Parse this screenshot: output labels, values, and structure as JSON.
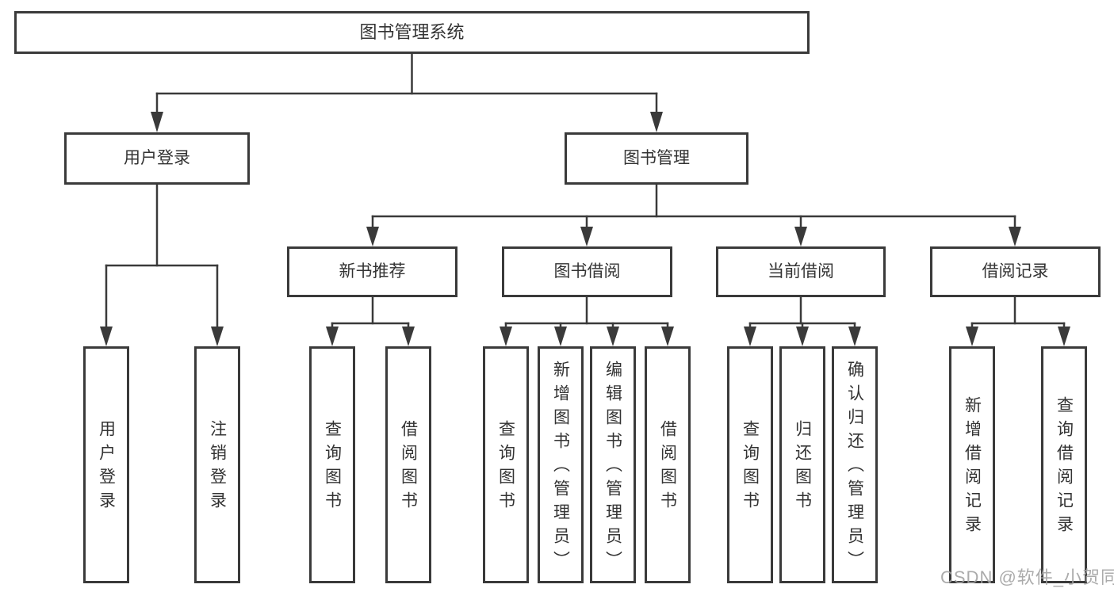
{
  "diagram": {
    "root": {
      "label": "图书管理系统"
    },
    "level2": [
      {
        "label": "用户登录"
      },
      {
        "label": "图书管理"
      }
    ],
    "level3": [
      {
        "label": "新书推荐"
      },
      {
        "label": "图书借阅"
      },
      {
        "label": "当前借阅"
      },
      {
        "label": "借阅记录"
      }
    ],
    "leaves": {
      "user_login": [
        "用户登录",
        "注销登录"
      ],
      "new_book": [
        "查询图书",
        "借阅图书"
      ],
      "book_borrow": [
        "查询图书",
        "新增图书（管理员）",
        "编辑图书（管理员）",
        "借阅图书"
      ],
      "current_borrow": [
        "查询图书",
        "归还图书",
        "确认归还（管理员）"
      ],
      "records": [
        "新增借阅记录",
        "查询借阅记录"
      ]
    }
  },
  "watermark": {
    "text": "CSDN @软件_小贺同学"
  },
  "colors": {
    "line": "#3a3a3a",
    "text": "#333333",
    "watermark": "#a2a2a2",
    "background": "#ffffff"
  }
}
